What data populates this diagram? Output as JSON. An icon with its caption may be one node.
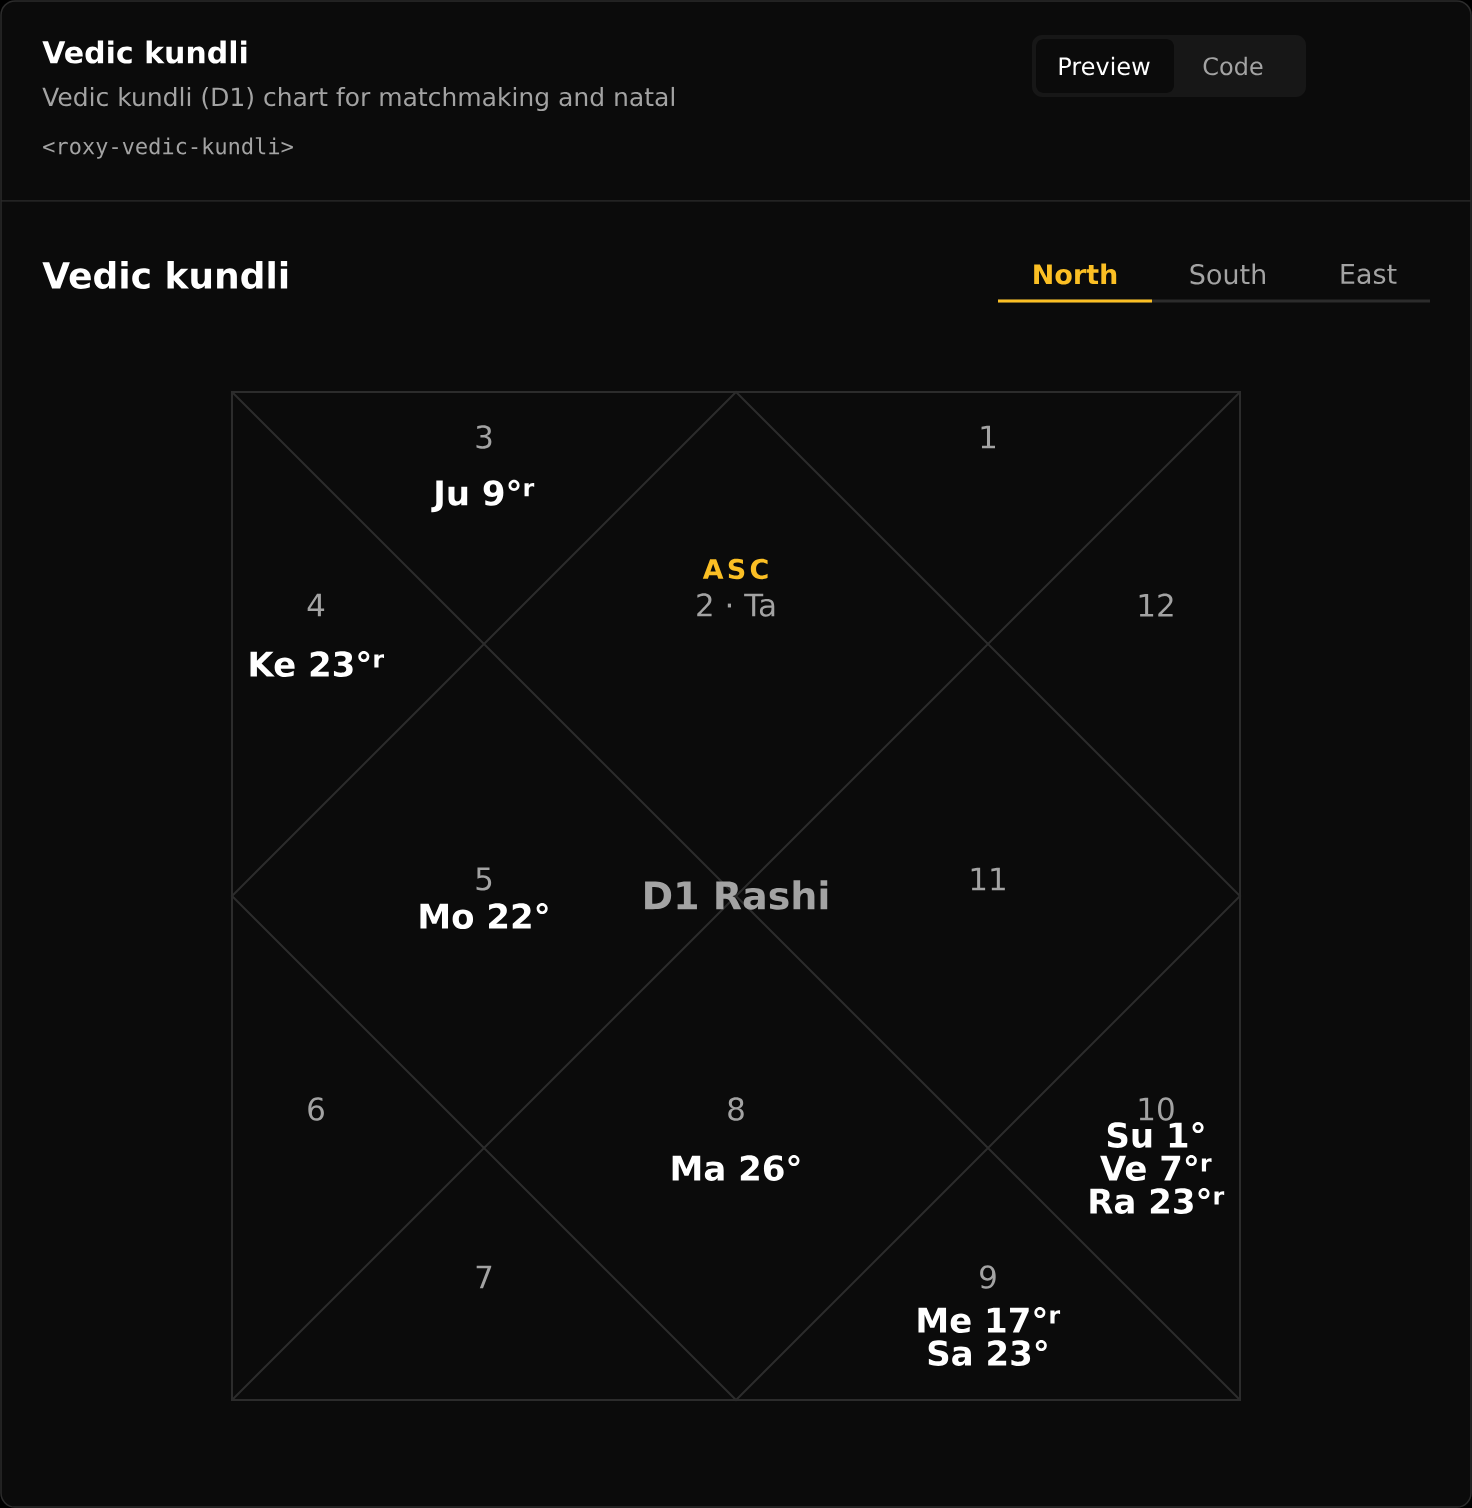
{
  "diagram": {
    "title": "Vedic kundli",
    "nodes": [
      {
        "text": [
          "ASC",
          "2 · Ta"
        ]
      },
      {
        "text": [
          "3",
          "Ju 9°$^{r}$"
        ]
      },
      {
        "text": [
          "1"
        ]
      },
      {
        "text": [
          "4",
          "Ke 23°$^{r}$"
        ]
      },
      {
        "text": [
          "12"
        ]
      },
      {
        "text": [
          "5",
          "Mo 22°"
        ]
      },
      {
        "text": [
          "11"
        ]
      },
      {
        "text": [
          "6"
        ]
      },
      {
        "text": [
          "10",
          "Su 1°",
          "Ve 7°$^{r}$",
          "Ra 23°$^{r}$"
        ]
      },
      {
        "text": [
          "7"
        ]
      },
      {
        "text": [
          "8",
          "Ma 26°"
        ]
      },
      {
        "text": [
          "9",
          "Me 17°$^{r}$",
          "Sa 23°"
        ]
      }
    ],
    "labels": [
      "Vedic kundli (D1) chart for matchmaking and natal",
      "<roxy-vedic-kundli>",
      "Preview",
      "Code",
      "Vedic kundli",
      "North",
      "South",
      "East",
      "D1 Rashi"
    ]
  }
}
